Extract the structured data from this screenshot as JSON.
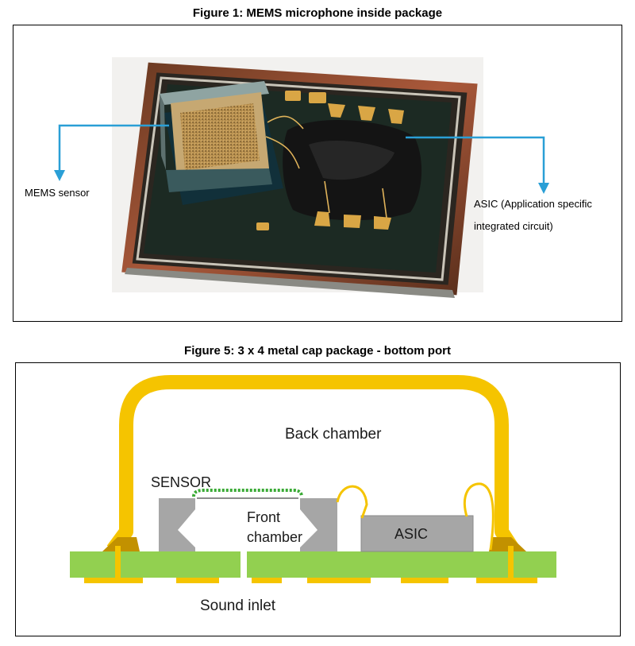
{
  "figure1": {
    "title": "Figure 1: MEMS microphone inside package",
    "label_mems": "MEMS sensor",
    "label_asic_line1": "ASIC (Application specific",
    "label_asic_line2": "integrated circuit)",
    "callout_color": "#2a9fd6"
  },
  "figure5": {
    "title": "Figure 5: 3 x 4 metal cap package - bottom port",
    "back_chamber": "Back chamber",
    "sensor": "SENSOR",
    "front_chamber_line1": "Front",
    "front_chamber_line2": "chamber",
    "asic": "ASIC",
    "sound_inlet": "Sound inlet",
    "colors": {
      "cap": "#f5c400",
      "board": "#92d050",
      "silicon": "#a6a6a6",
      "membrane": "#3aaa35"
    }
  }
}
